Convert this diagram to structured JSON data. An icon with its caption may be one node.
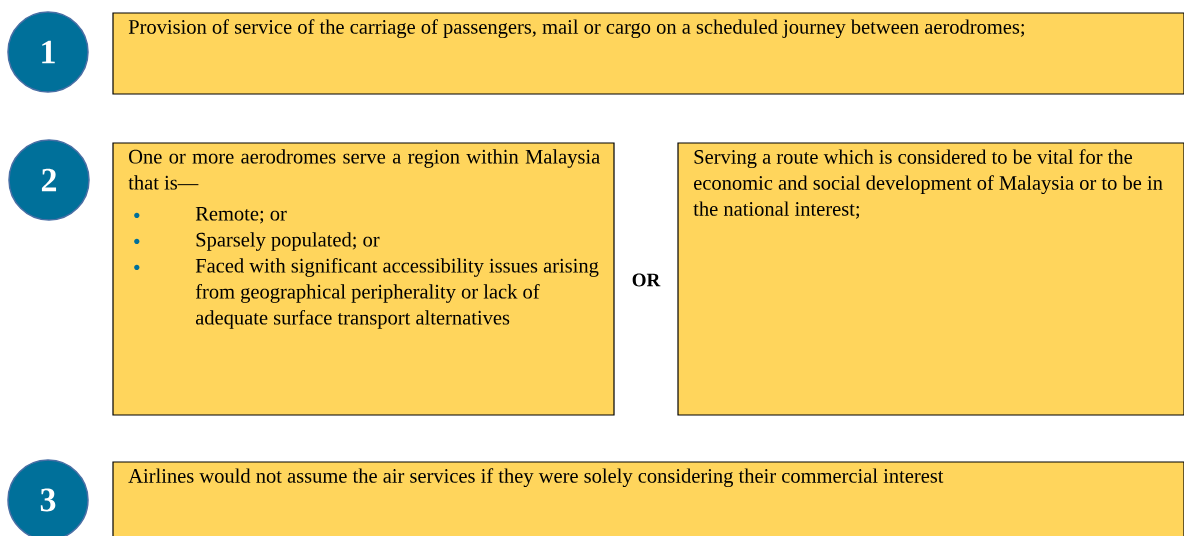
{
  "diagram": {
    "nodes": [
      {
        "text": [
          "1"
        ]
      },
      {
        "text": [
          "Provision of service of the carriage of passengers, mail or cargo on a scheduled journey between aerodromes;"
        ]
      },
      {
        "text": [
          "2"
        ]
      },
      {
        "text": [
          "One or more aerodromes serve a region within Malaysia that is—",
          "Remote; or",
          "Sparsely populated; or",
          "Faced with significant accessibility issues arising from geographical peripherality or lack of adequate surface transport alternatives"
        ]
      },
      {
        "text": [
          "Serving a route which is considered to be vital for the economic and social development of Malaysia or to be in the national interest;"
        ]
      },
      {
        "text": [
          "3"
        ]
      },
      {
        "text": [
          "Airlines would not assume the air services if they were solely considering their commercial interest"
        ]
      }
    ],
    "labels": [
      "OR"
    ]
  }
}
